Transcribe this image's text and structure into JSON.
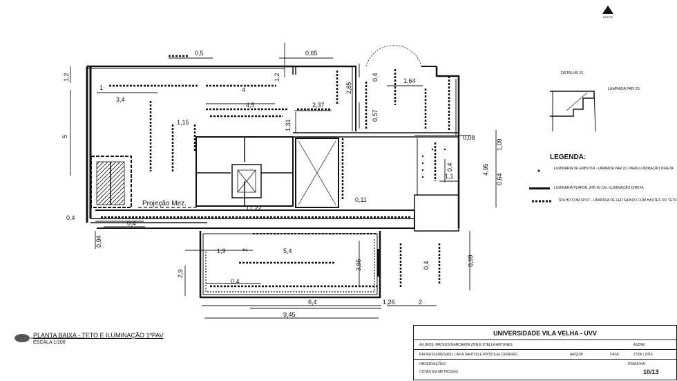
{
  "north_label": "NORTE",
  "plan": {
    "title": "PLANTA BAIXA - TETO E ILUMINAÇÃO 1ºPAV",
    "scale": "ESCALA 1/100",
    "mezzanine_label": "Projeção Mez."
  },
  "dimensions": {
    "d_05": "0,5",
    "d_065": "0,65",
    "d_12a": "1,2",
    "d_12b": "1,2",
    "d_1": "1",
    "d_34": "3,4",
    "d_4a": "4",
    "d_5": "5",
    "d_45": "4,5",
    "d_237": "2,37",
    "d_285": "2,85",
    "d_04a": "0,4",
    "d_057": "0,57",
    "d_164": "1,64",
    "d_115": "1,15",
    "d_131": "1,31",
    "d_008": "0,08",
    "d_109": "1,09",
    "d_495": "4,95",
    "d_04b": "0,4",
    "d_11": "1,1",
    "d_064": "0,64",
    "d_011": "0,11",
    "d_1722": "17,22",
    "d_04c": "0,4",
    "d_04d": "0,4",
    "d_094": "0,94",
    "d_19": "1,9",
    "d_2a": "2",
    "d_54": "5,4",
    "d_395": "3,95",
    "d_04e": "0,4",
    "d_099": "0,99",
    "d_29": "2,9",
    "d_04f": "0,4",
    "d_64": "6,4",
    "d_126": "1,26",
    "d_2b": "2",
    "d_945": "9,45"
  },
  "detail": {
    "title": "DETALHE 01",
    "lamp": "LAMPADA PAR 20"
  },
  "legend": {
    "title": "LEGENDA:",
    "items": [
      "LUMINÁRIA DE EMBUTIR - LÂMPADA PAR 20, PARA ILUMINAÇÃO DIRETA",
      "LUMINÁRIA PLAFON, ATÉ 90 CM, ILUMINAÇÃO DIRETA",
      "TRILHO COM SPOT - LÂMPADA DE LED SAINDO COM HASTES DO TETO"
    ]
  },
  "title_block": {
    "university": "UNIVERSIDADE VILA VELHA - UVV",
    "students": "ALUNOS: MATEUS MARCARINI ZON E STELLA ANTUNES",
    "class_label": "AUDIM",
    "professors": "PROFESSORES(AS): LAILA SANTOS E PRISCILA LOUREIRO",
    "course": "ARQUI8",
    "date_label": "DATA:",
    "date": "27/06 / 2016",
    "observations_label": "OBSERVAÇÕES",
    "observations": "COTAS EM METROS(m)",
    "sheet_label": "PRANCHA:",
    "sheet": "10/13"
  }
}
